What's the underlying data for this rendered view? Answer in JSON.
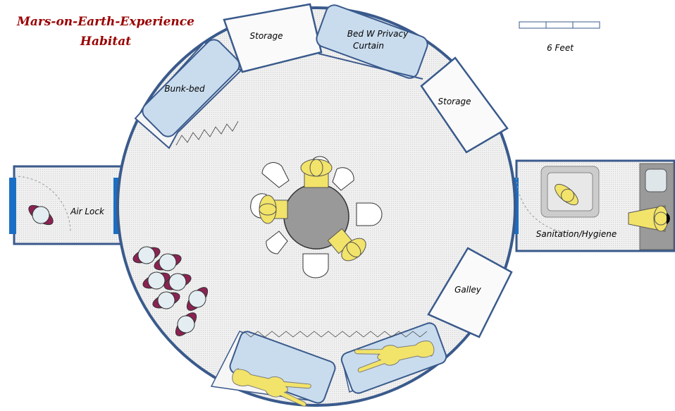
{
  "title": {
    "line1": "Mars-on-Earth-Experience",
    "line2": "Habitat",
    "color": "#990000"
  },
  "scale": {
    "label": "6 Feet"
  },
  "rooms": {
    "storage_top": "Storage",
    "bed_privacy_line1": "Bed W Privacy",
    "bed_privacy_line2": "Curtain",
    "storage_right": "Storage",
    "bunk_bed": "Bunk-bed",
    "air_lock": "Air Lock",
    "sanitation": "Sanitation/Hygiene",
    "galley": "Galley"
  },
  "colors": {
    "wall": "#3a5a8c",
    "door": "#1a6fc4",
    "floor": "#eeeeee",
    "furniture": "#c9dcee",
    "person": "#f2e36a",
    "suit": "#8b2252",
    "table": "#999999"
  },
  "icons": [
    "person-icon",
    "spacesuit-icon",
    "chair-icon",
    "table-icon",
    "toilet-icon",
    "shower-icon"
  ]
}
